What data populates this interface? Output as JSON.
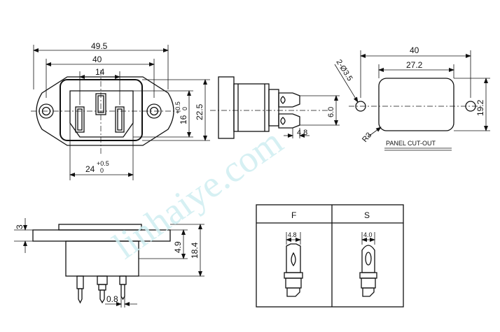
{
  "watermark": "linhaiye.com",
  "front_view": {
    "dim_overall_width": "49.5",
    "dim_body_width": "40",
    "dim_pin_span": "14",
    "dim_inner_height": "16",
    "dim_inner_height_tol_upper": "+0.5",
    "dim_inner_height_tol_lower": "0",
    "dim_body_height": "22.5",
    "dim_inner_width": "24",
    "dim_inner_width_tol_upper": "+0.5",
    "dim_inner_width_tol_lower": "0"
  },
  "side_view": {
    "dim_terminal_width": "6.0",
    "dim_terminal_length": "4.8"
  },
  "panel_cutout": {
    "dim_hole_spacing": "40",
    "dim_cutout_width": "27.2",
    "dim_cutout_height": "19.2",
    "dim_holes": "2-Ø3.5",
    "dim_radius": "R3",
    "label": "PANEL CUT-OUT"
  },
  "bottom_view": {
    "dim_flange": "3",
    "dim_body_depth": "4.9",
    "dim_total_depth": "18.4",
    "dim_pin_width": "0.8"
  },
  "terminal_table": {
    "col_f": "F",
    "col_s": "S",
    "dim_f": "4.8",
    "dim_s": "4.0"
  }
}
